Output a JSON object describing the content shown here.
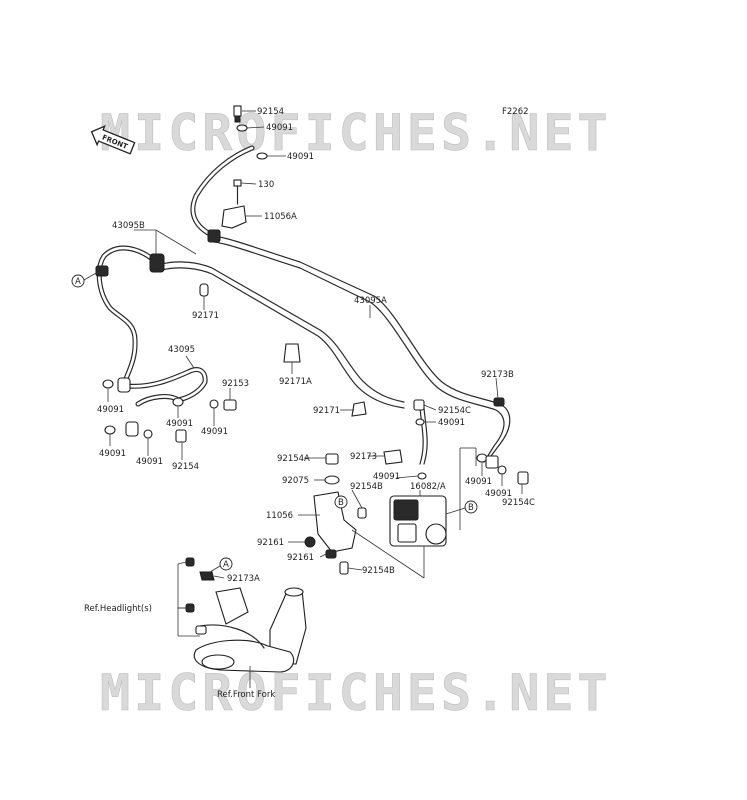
{
  "figure_code": "F2262",
  "front_arrow_text": "FRONT",
  "watermark": "MICROFICHES.NET",
  "callouts": {
    "a": "A",
    "b": "B"
  },
  "labels": {
    "p92154_top": "92154",
    "p49091_top1": "49091",
    "p49091_top2": "49091",
    "p130": "130",
    "p11056a": "11056A",
    "p43095b": "43095B",
    "p92171_a": "92171",
    "p43095a": "43095A",
    "p43095": "43095",
    "p92171a": "92171A",
    "p92153": "92153",
    "p49091_l1": "49091",
    "p49091_l2": "49091",
    "p49091_l3": "49091",
    "p49091_l4": "49091",
    "p49091_l5": "49091",
    "p92154_l": "92154",
    "p92173b": "92173B",
    "p92171_b": "92171",
    "p92154c_a": "92154C",
    "p49091_m1": "49091",
    "p92173": "92173",
    "p92154a": "92154A",
    "p49091_m2": "49091",
    "p92075": "92075",
    "p92154b_a": "92154B",
    "p16082a": "16082/A",
    "p11056": "11056",
    "p92161_a": "92161",
    "p92161_b": "92161",
    "p92154b_b": "92154B",
    "p49091_r1": "49091",
    "p49091_r2": "49091",
    "p92154c_b": "92154C",
    "p92173a": "92173A",
    "ref_headlight": "Ref.Headlight(s)",
    "ref_front_fork": "Ref.Front Fork"
  }
}
